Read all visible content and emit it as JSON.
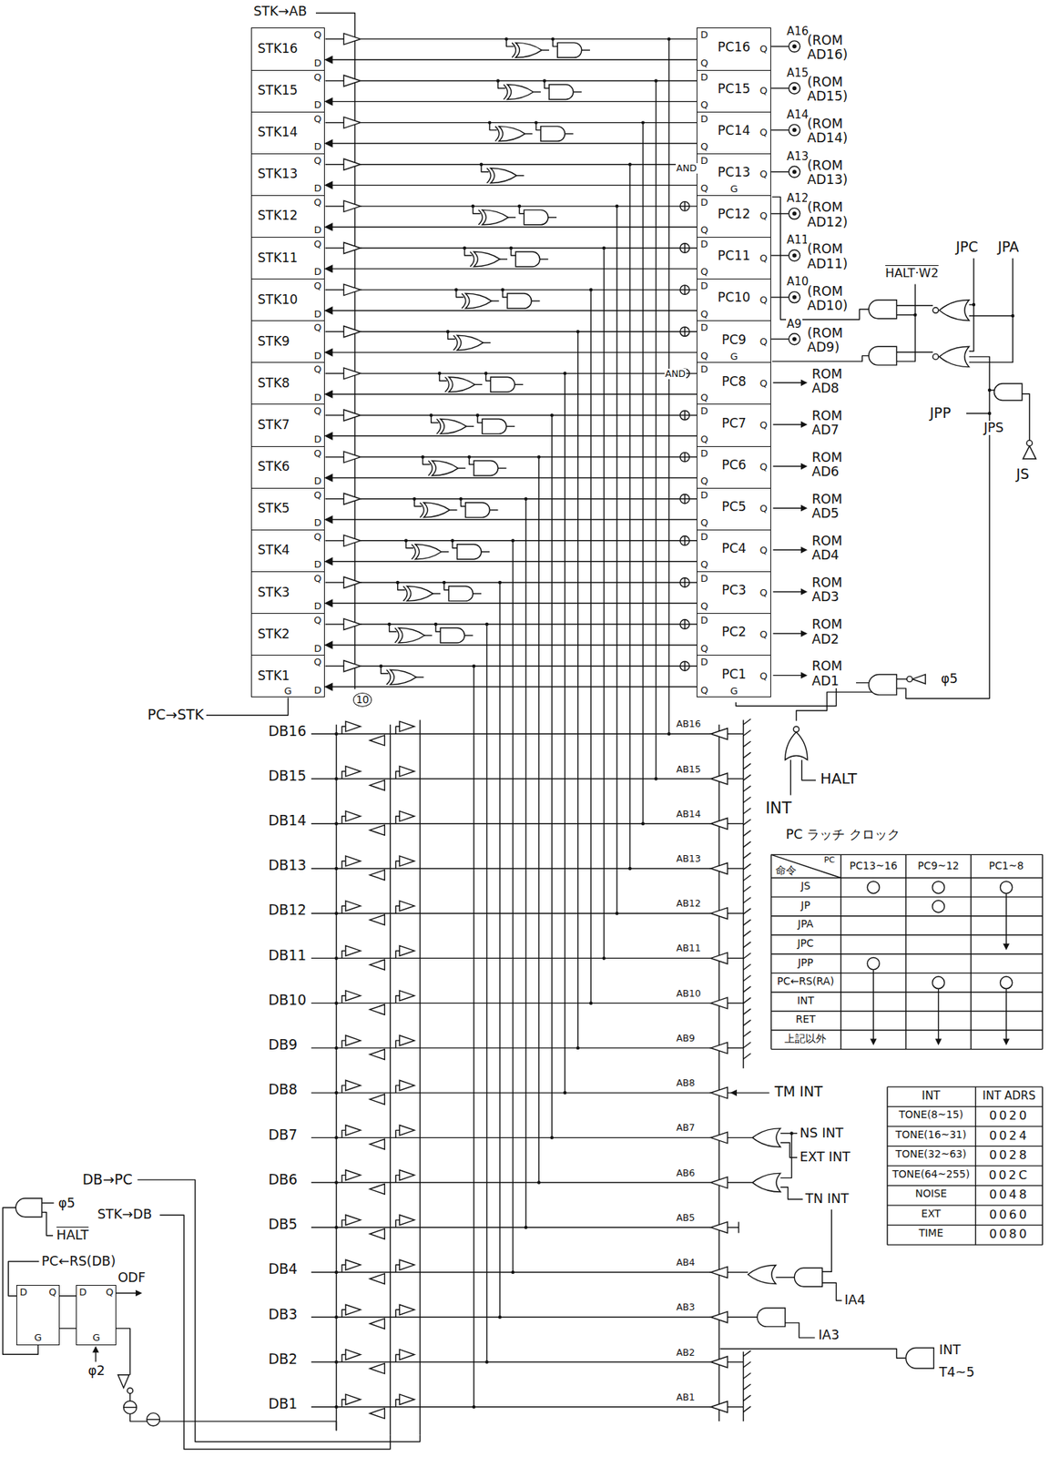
{
  "diagram": {
    "nodes": [
      {
        "text": [
          "STK16",
          "Q",
          "D"
        ]
      },
      {
        "text": [
          "STK15",
          "Q",
          "D"
        ]
      },
      {
        "text": [
          "STK14",
          "Q",
          "D"
        ]
      },
      {
        "text": [
          "STK13",
          "Q",
          "D"
        ]
      },
      {
        "text": [
          "STK12",
          "Q",
          "D"
        ]
      },
      {
        "text": [
          "STK11",
          "Q",
          "D"
        ]
      },
      {
        "text": [
          "STK10",
          "Q",
          "D"
        ]
      },
      {
        "text": [
          "STK9",
          "Q",
          "D"
        ]
      },
      {
        "text": [
          "STK8",
          "Q",
          "D"
        ]
      },
      {
        "text": [
          "STK7",
          "Q",
          "D"
        ]
      },
      {
        "text": [
          "STK6",
          "Q",
          "D"
        ]
      },
      {
        "text": [
          "STK5",
          "Q",
          "D"
        ]
      },
      {
        "text": [
          "STK4",
          "Q",
          "D"
        ]
      },
      {
        "text": [
          "STK3",
          "Q",
          "D"
        ]
      },
      {
        "text": [
          "STK2",
          "Q",
          "D"
        ]
      },
      {
        "text": [
          "STK1",
          "Q",
          "D",
          "G"
        ]
      },
      {
        "text": [
          "PC16",
          "D",
          "Q",
          "Q"
        ]
      },
      {
        "text": [
          "PC15",
          "D",
          "Q",
          "Q"
        ]
      },
      {
        "text": [
          "PC14",
          "D",
          "Q",
          "Q"
        ]
      },
      {
        "text": [
          "PC13",
          "D",
          "Q",
          "Q",
          "G"
        ]
      },
      {
        "text": [
          "PC12",
          "D",
          "Q",
          "Q"
        ]
      },
      {
        "text": [
          "PC11",
          "D",
          "Q",
          "Q"
        ]
      },
      {
        "text": [
          "PC10",
          "D",
          "Q",
          "Q"
        ]
      },
      {
        "text": [
          "PC9",
          "D",
          "Q",
          "Q",
          "G"
        ]
      },
      {
        "text": [
          "PC8",
          "D",
          "Q",
          "Q"
        ]
      },
      {
        "text": [
          "PC7",
          "D",
          "Q",
          "Q"
        ]
      },
      {
        "text": [
          "PC6",
          "D",
          "Q",
          "Q"
        ]
      },
      {
        "text": [
          "PC5",
          "D",
          "Q",
          "Q"
        ]
      },
      {
        "text": [
          "PC4",
          "D",
          "Q",
          "Q"
        ]
      },
      {
        "text": [
          "PC3",
          "D",
          "Q",
          "Q"
        ]
      },
      {
        "text": [
          "PC2",
          "D",
          "Q",
          "Q"
        ]
      },
      {
        "text": [
          "PC1",
          "D",
          "Q",
          "Q",
          "G"
        ]
      },
      {
        "text": [
          "D",
          "Q",
          "G"
        ]
      },
      {
        "text": [
          "D",
          "Q",
          "G"
        ]
      }
    ],
    "edges": [
      {
        "from": 16,
        "to": 0,
        "arrow": "to"
      },
      {
        "from": 17,
        "to": 1,
        "arrow": "to"
      },
      {
        "from": 18,
        "to": 2,
        "arrow": "to"
      },
      {
        "from": 19,
        "to": 3,
        "arrow": "to"
      },
      {
        "from": 20,
        "to": 4,
        "arrow": "to"
      },
      {
        "from": 21,
        "to": 5,
        "arrow": "to"
      },
      {
        "from": 22,
        "to": 6,
        "arrow": "to"
      },
      {
        "from": 23,
        "to": 7,
        "arrow": "to"
      },
      {
        "from": 24,
        "to": 8,
        "arrow": "to"
      },
      {
        "from": 25,
        "to": 9,
        "arrow": "to"
      },
      {
        "from": 26,
        "to": 10,
        "arrow": "to"
      },
      {
        "from": 27,
        "to": 11,
        "arrow": "to"
      },
      {
        "from": 28,
        "to": 12,
        "arrow": "to"
      },
      {
        "from": 29,
        "to": 13,
        "arrow": "to"
      },
      {
        "from": 30,
        "to": 14,
        "arrow": "to"
      },
      {
        "from": 31,
        "to": 15,
        "arrow": "to"
      }
    ],
    "labels": [
      "STK→AB",
      "PC→STK",
      "A16",
      "(ROM AD16)",
      "A15",
      "(ROM AD15)",
      "A14",
      "(ROM AD14)",
      "A13",
      "(ROM AD13)",
      "A12",
      "(ROM AD12)",
      "A11",
      "(ROM AD11)",
      "A10",
      "(ROM AD10)",
      "A9",
      "(ROM AD9)",
      "ROM AD8",
      "ROM AD7",
      "ROM AD6",
      "ROM AD5",
      "ROM AD4",
      "ROM AD3",
      "ROM AD2",
      "ROM AD1",
      "AND",
      "AND",
      "HALT·W2",
      "JPC",
      "JPA",
      "JPP",
      "JPS",
      "JS",
      "φ5",
      "HALT",
      "INT",
      "DB16",
      "DB15",
      "DB14",
      "DB13",
      "DB12",
      "DB11",
      "DB10",
      "DB9",
      "DB8",
      "DB7",
      "DB6",
      "DB5",
      "DB4",
      "DB3",
      "DB2",
      "DB1",
      "10",
      "AB16",
      "AB15",
      "AB14",
      "AB13",
      "AB12",
      "AB11",
      "AB10",
      "AB9",
      "AB8",
      "AB7",
      "AB6",
      "AB5",
      "AB4",
      "AB3",
      "AB2",
      "AB1",
      "TM INT",
      "NS INT",
      "EXT INT",
      "TN INT",
      "IA4",
      "IA3",
      "INT",
      "T4~5",
      "DB→PC",
      "φ5",
      "STK→DB",
      "HALT",
      "PC←RS(DB)",
      "ODF",
      "φ2",
      "PC ラッチ クロック",
      "命令",
      "PC",
      "PC13~16",
      "PC9~12",
      "PC1~8",
      "JS",
      "JP",
      "JPA",
      "JPC",
      "JPP",
      "PC←RS(RA)",
      "INT",
      "RET",
      "上記以外",
      "INT",
      "INT ADRS",
      "TONE(8~15)",
      "0020",
      "TONE(16~31)",
      "0024",
      "TONE(32~63)",
      "0028",
      "TONE(64~255)",
      "002C",
      "NOISE",
      "0048",
      "EXT",
      "0060",
      "TIME",
      "0080"
    ]
  }
}
